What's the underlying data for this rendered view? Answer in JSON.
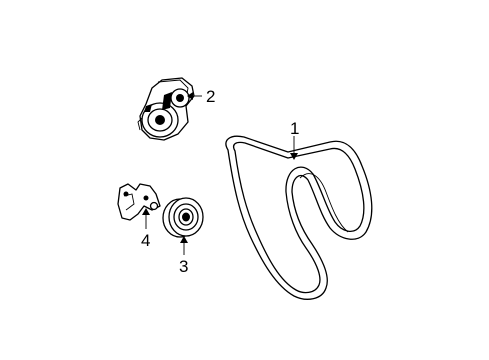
{
  "diagram": {
    "parts": [
      {
        "id": "belt",
        "callout": "1"
      },
      {
        "id": "tensioner",
        "callout": "2"
      },
      {
        "id": "idler-pulley",
        "callout": "3"
      },
      {
        "id": "bracket",
        "callout": "4"
      }
    ]
  }
}
